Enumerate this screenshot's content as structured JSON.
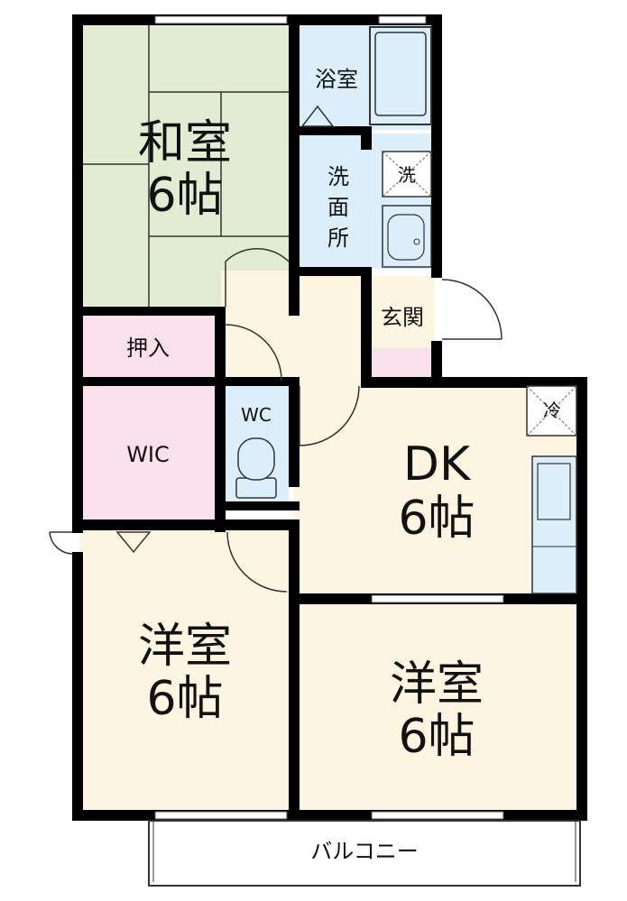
{
  "rooms": {
    "washitsu": {
      "name": "和室",
      "size": "6帖"
    },
    "bath": {
      "name": "浴室"
    },
    "washroom": {
      "line1": "洗",
      "line2": "面",
      "line3": "所"
    },
    "washer": {
      "mark": "洗"
    },
    "entrance": {
      "name": "玄関"
    },
    "closet": {
      "name": "押入"
    },
    "wic": {
      "name": "WIC"
    },
    "wc": {
      "name": "WC"
    },
    "dk": {
      "name": "DK",
      "size": "6帖"
    },
    "fridge": {
      "mark": "冷"
    },
    "youshitsu_left": {
      "name": "洋室",
      "size": "6帖"
    },
    "youshitsu_right": {
      "name": "洋室",
      "size": "6帖"
    },
    "balcony": {
      "name": "バルコニー"
    }
  },
  "colors": {
    "wall": "#000000",
    "tatami": "#e1ecd2",
    "bath": "#dbeefa",
    "closet": "#f9e0ea",
    "floor": "#fdf5e1",
    "white": "#ffffff"
  }
}
